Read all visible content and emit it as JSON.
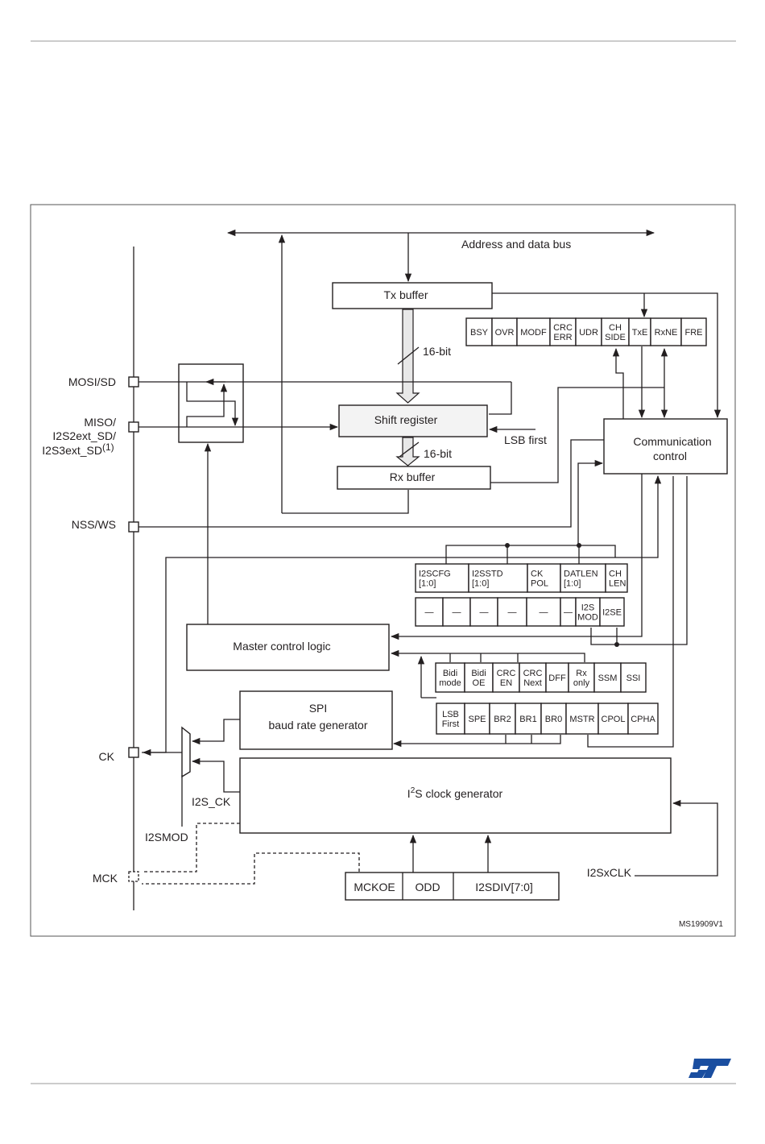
{
  "diagram": {
    "bus_label": "Address and data bus",
    "tx_buffer": "Tx buffer",
    "rx_buffer": "Rx buffer",
    "shift_register": "Shift register",
    "bit16_top": "16-bit",
    "bit16_bottom": "16-bit",
    "lsb_first": "LSB first",
    "comm_control": [
      "Communication",
      "control"
    ],
    "master_control": "Master control logic",
    "baud_gen": [
      "SPI",
      "baud rate generator"
    ],
    "i2s_clock_gen": {
      "prefix": "I",
      "sup": "2",
      "rest": "S clock generator"
    },
    "pins": {
      "mosi": "MOSI/SD",
      "miso": [
        "MISO/",
        "I2S2ext_SD/",
        "I2S3ext_SD"
      ],
      "miso_note": "(1)",
      "nss": "NSS/WS",
      "ck": "CK",
      "mck": "MCK"
    },
    "signals": {
      "i2s_ck": "I2S_CK",
      "i2smod": "I2SMOD",
      "i2sxclk": "I2SxCLK"
    },
    "status_register": [
      [
        "BSY"
      ],
      [
        "OVR"
      ],
      [
        "MODF"
      ],
      [
        "CRC",
        "ERR"
      ],
      [
        "UDR"
      ],
      [
        "CH",
        "SIDE"
      ],
      [
        "TxE"
      ],
      [
        "RxNE"
      ],
      [
        "FRE"
      ]
    ],
    "i2scfgr_upper": [
      [
        "I2SCFG",
        "[1:0]"
      ],
      [
        "I2SSTD",
        "[1:0]"
      ],
      [
        "CK",
        "POL"
      ],
      [
        "DATLEN",
        "[1:0]"
      ],
      [
        "CH",
        "LEN"
      ]
    ],
    "i2scfgr_lower": [
      [
        "—"
      ],
      [
        "—"
      ],
      [
        "—"
      ],
      [
        "—"
      ],
      [
        "—"
      ],
      [
        "—"
      ],
      [
        "I2S",
        "MOD"
      ],
      [
        "I2SE"
      ]
    ],
    "cr1_upper": [
      [
        "Bidi",
        "mode"
      ],
      [
        "Bidi",
        "OE"
      ],
      [
        "CRC",
        "EN"
      ],
      [
        "CRC",
        "Next"
      ],
      [
        "DFF"
      ],
      [
        "Rx",
        "only"
      ],
      [
        "SSM"
      ],
      [
        "SSI"
      ]
    ],
    "cr1_lower": [
      [
        "LSB",
        "First"
      ],
      [
        "SPE"
      ],
      [
        "BR2"
      ],
      [
        "BR1"
      ],
      [
        "BR0"
      ],
      [
        "MSTR"
      ],
      [
        "CPOL"
      ],
      [
        "CPHA"
      ]
    ],
    "i2spr": [
      "MCKOE",
      "ODD",
      "I2SDIV[7:0]"
    ],
    "figure_id": "MS19909V1"
  }
}
